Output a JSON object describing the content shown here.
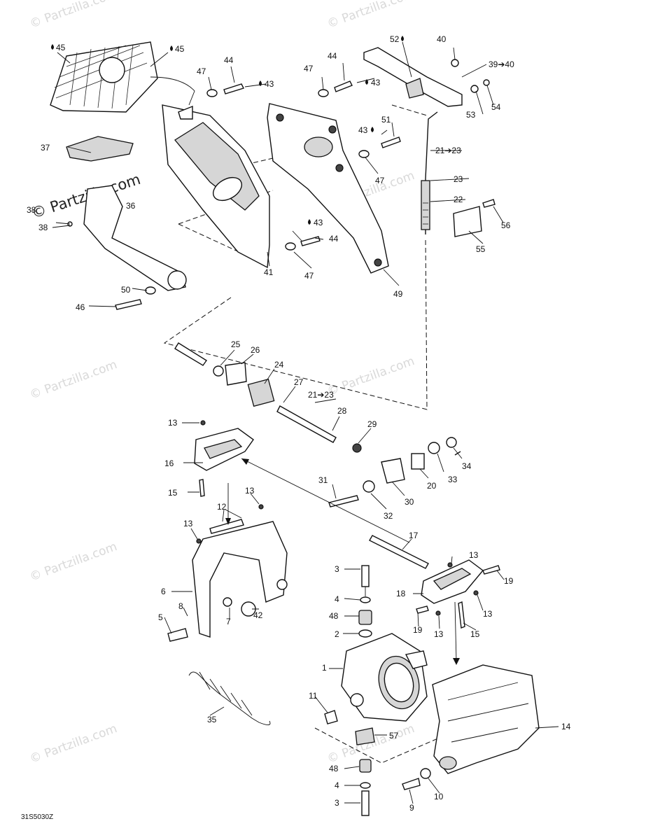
{
  "watermark_text": "© Partzilla.com",
  "diagram_code": "31S5030Z",
  "labels": {
    "l45a": "45",
    "l45b": "45",
    "l47a": "47",
    "l44a": "44",
    "l43a": "43",
    "l47b": "47",
    "l44b": "44",
    "l43b": "43",
    "l52": "52",
    "l40": "40",
    "l39": "39➔40",
    "l53": "53",
    "l54": "54",
    "l51": "51",
    "l43c": "43",
    "l47c": "47",
    "l21a": "21➔23",
    "l23": "23",
    "l22": "22",
    "l37": "37",
    "l38a": "38",
    "l38b": "38",
    "l36": "36",
    "l56": "56",
    "l55": "55",
    "l43d": "43",
    "l44c": "44",
    "l41": "41",
    "l47d": "47",
    "l49": "49",
    "l50": "50",
    "l46": "46",
    "l25": "25",
    "l26": "26",
    "l24": "24",
    "l27": "27",
    "l21b": "21➔23",
    "l28": "28",
    "l13a": "13",
    "l29": "29",
    "l16": "16",
    "l34": "34",
    "l33": "33",
    "l20": "20",
    "l15a": "15",
    "l31": "31",
    "l30": "30",
    "l32": "32",
    "l12": "12",
    "l13b": "13",
    "l13c": "13",
    "l17": "17",
    "l13d": "13",
    "l19a": "19",
    "l3a": "3",
    "l18": "18",
    "l6": "6",
    "l4a": "4",
    "l13e": "13",
    "l8": "8",
    "l48a": "48",
    "l19b": "19",
    "l13f": "13",
    "l15b": "15",
    "l5": "5",
    "l7": "7",
    "l42": "42",
    "l2": "2",
    "l1": "1",
    "l14": "14",
    "l35": "35",
    "l11": "11",
    "l57": "57",
    "l48b": "48",
    "l4b": "4",
    "l10": "10",
    "l3b": "3",
    "l9": "9"
  }
}
